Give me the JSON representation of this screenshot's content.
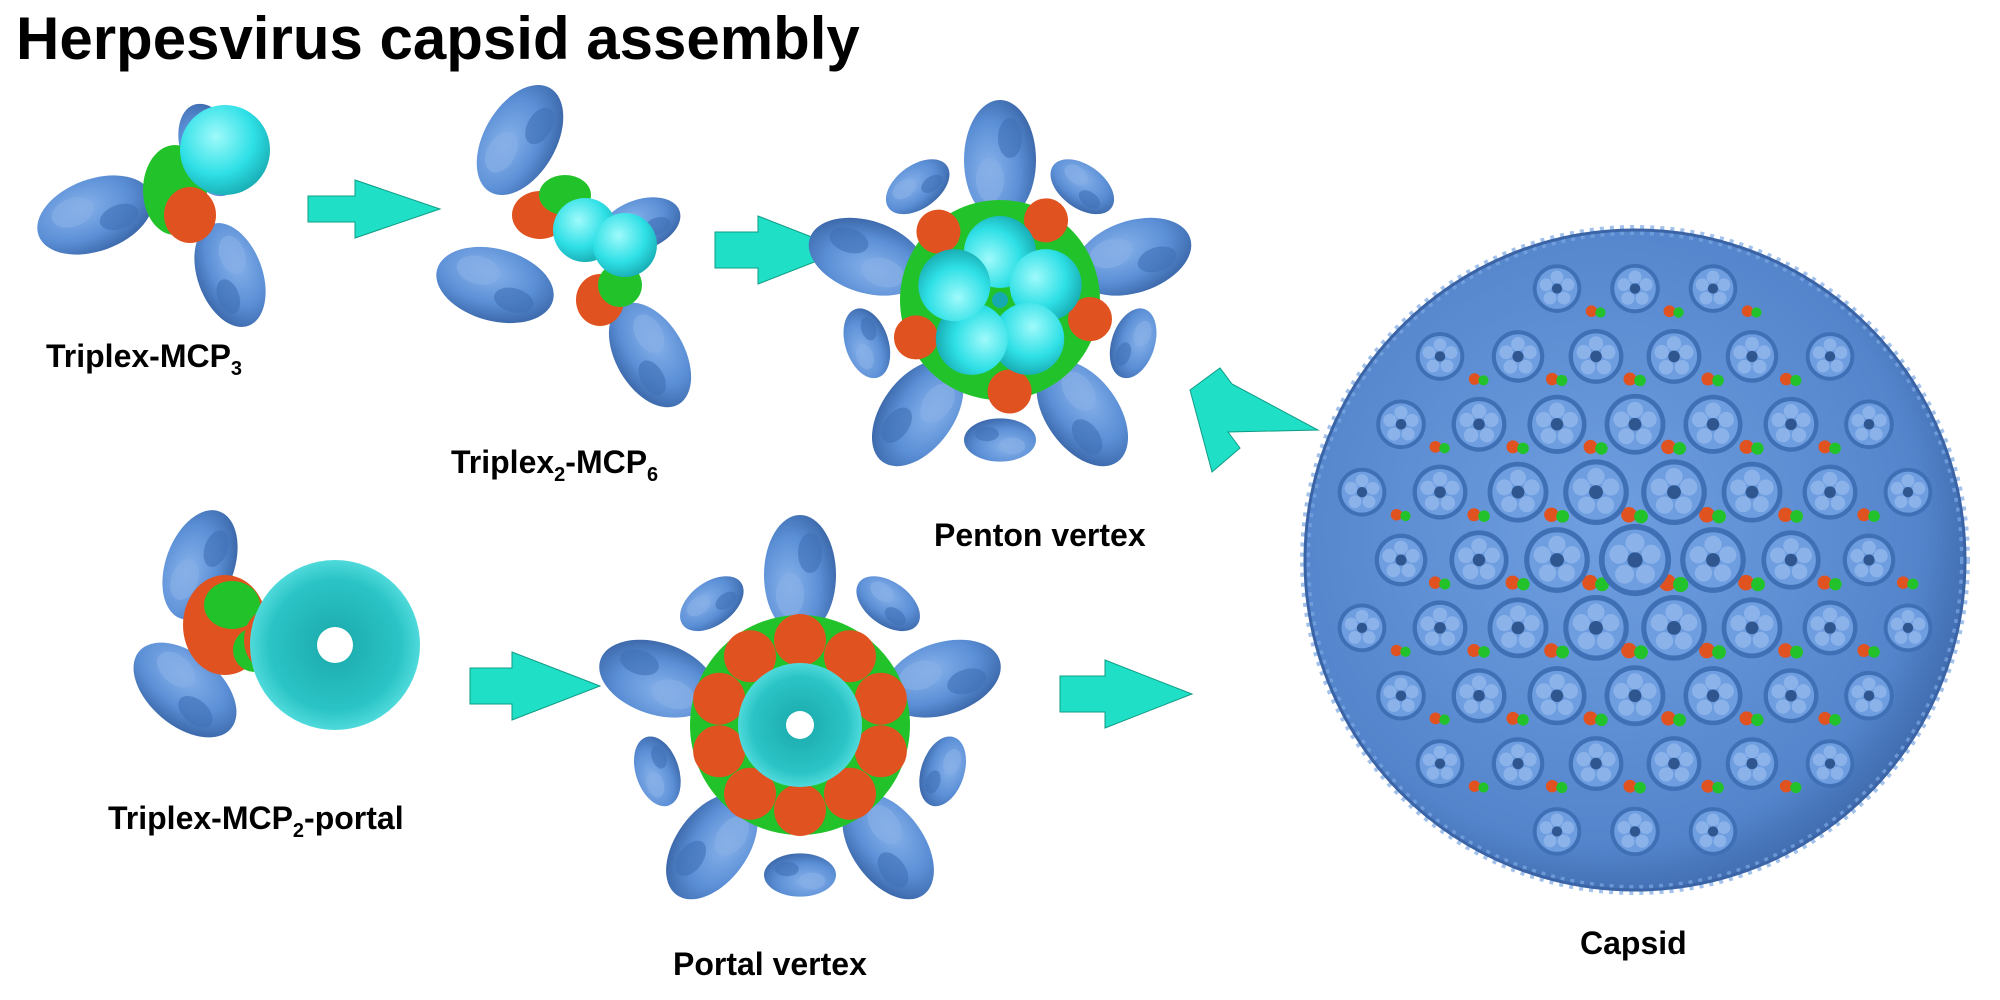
{
  "title": "Herpesvirus capsid assembly",
  "labels": {
    "triplex_mcp3": {
      "main": "Triplex-MCP",
      "sub": "3"
    },
    "triplex2_mcp6": {
      "pre": "Triplex",
      "sub1": "2",
      "mid": "-MCP",
      "sub2": "6"
    },
    "penton_vertex": "Penton vertex",
    "triplex_mcp2_portal": {
      "pre": "Triplex-MCP",
      "sub": "2",
      "post": "-portal"
    },
    "portal_vertex": "Portal vertex",
    "capsid": "Capsid"
  },
  "colors": {
    "mcp_blue": "#5b8fd6",
    "mcp_dark": "#3f6fb5",
    "triplex_green": "#22c32a",
    "triplex_red": "#e0521f",
    "penton_cyan": "#2ee0e6",
    "portal_teal": "#2bc4c6",
    "arrow": "#1fe0c6"
  }
}
